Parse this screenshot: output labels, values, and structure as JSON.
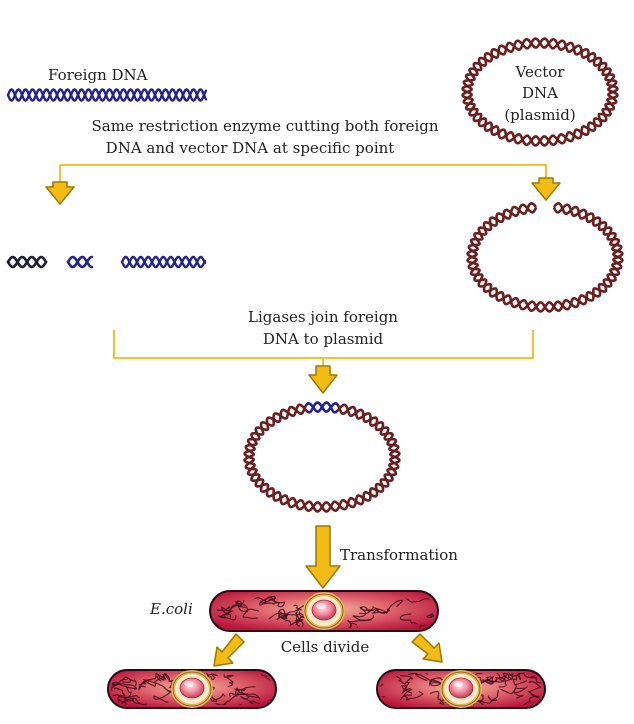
{
  "labels": {
    "foreign_dna": "Foreign DNA",
    "vector_line1": "Vector",
    "vector_line2": "DNA",
    "vector_line3": "(plasmid)",
    "step1_line1": "Same restriction enzyme cutting both foreign",
    "step1_line2": "DNA and vector DNA at specific point",
    "step2_line1": "Ligases join foreign",
    "step2_line2": "DNA to plasmid",
    "transformation": "Transformation",
    "ecoli": "E.coli",
    "cells_divide": "Cells divide"
  },
  "colors": {
    "foreign_dna": "#23238f",
    "plasmid_dna": "#6b1f1f",
    "arrow_fill": "#f2bb16",
    "arrow_stroke": "#9b7a00",
    "bracket_line": "#f2c230",
    "cell_body": "#c8264a",
    "cell_outline": "#2a0a10",
    "nucleus_ring": "#e2b55a",
    "nucleus_core": "#f4a7b4"
  },
  "icons": [
    "down-arrow-icon",
    "diagonal-arrow-icon"
  ]
}
